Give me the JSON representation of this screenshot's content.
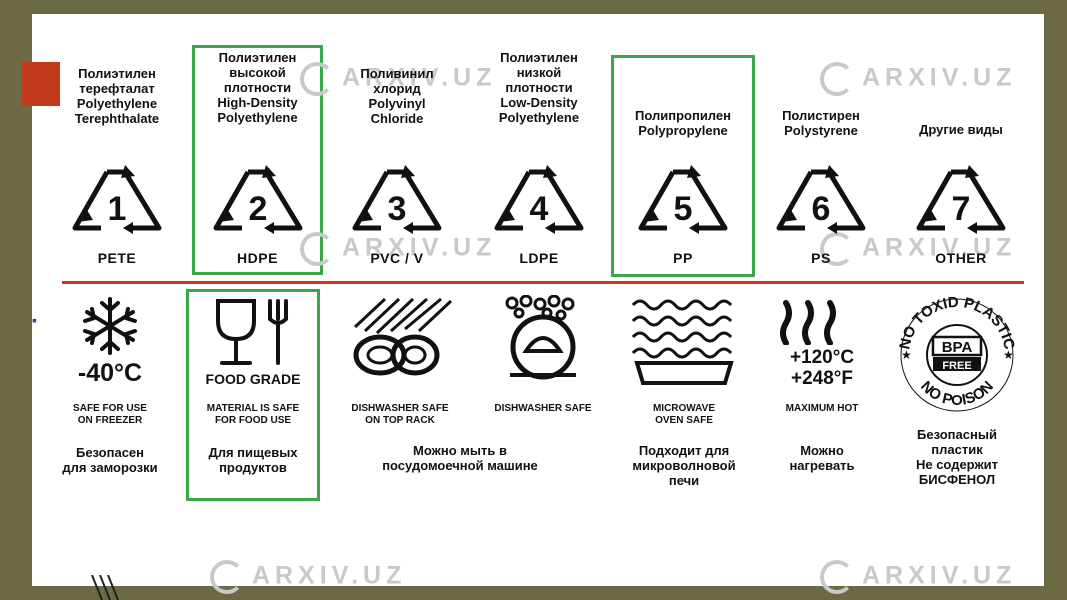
{
  "watermark": "ARXIV.UZ",
  "colors": {
    "accent_red": "#d8321f",
    "highlight_green": "#3aa64a",
    "tab_red": "#c0391b",
    "frame": "#6b6a45"
  },
  "plastics": [
    {
      "name_lines": [
        "Полиэтилен",
        "терефталат",
        "Polyethylene",
        "Terephthalate"
      ],
      "number": "1",
      "code": "PETE"
    },
    {
      "name_lines": [
        "Полиэтилен",
        "высокой",
        "плотности",
        "High-Density",
        "Polyethylene"
      ],
      "number": "2",
      "code": "HDPE"
    },
    {
      "name_lines": [
        "Поливинил",
        "хлорид",
        "Polyvinyl",
        "Chloride"
      ],
      "number": "3",
      "code": "PVC / V"
    },
    {
      "name_lines": [
        "Полиэтилен",
        "низкой",
        "плотности",
        "Low-Density",
        "Polyethylene"
      ],
      "number": "4",
      "code": "LDPE"
    },
    {
      "name_lines": [
        "Полипропилен",
        "Polypropylene"
      ],
      "number": "5",
      "code": "PP"
    },
    {
      "name_lines": [
        "Полистирен",
        "Polystyrene"
      ],
      "number": "6",
      "code": "PS"
    },
    {
      "name_lines": [
        "Другие виды"
      ],
      "number": "7",
      "code": "OTHER"
    }
  ],
  "features": [
    {
      "icon": "snowflake-icon",
      "big": "-40°C",
      "title_lines": [
        "SAFE FOR USE",
        "ON FREEZER"
      ],
      "desc_lines": [
        "Безопасен",
        "для заморозки"
      ]
    },
    {
      "icon": "glass-fork-icon",
      "big": "FOOD GRADE",
      "title_lines": [
        "MATERIAL IS SAFE",
        "FOR FOOD USE"
      ],
      "desc_lines": [
        "Для пищевых",
        "продуктов"
      ]
    },
    {
      "icon": "dishwasher-rack-icon",
      "title_lines": [
        "DISHWASHER SAFE",
        "ON TOP RACK"
      ],
      "desc_lines": [
        "Можно мыть в",
        "посудомоечной машине"
      ]
    },
    {
      "icon": "dishwasher-icon",
      "title_lines": [
        "DISHWASHER SAFE"
      ]
    },
    {
      "icon": "microwave-waves-icon",
      "title_lines": [
        "MICROWAVE",
        "OVEN SAFE"
      ],
      "desc_lines": [
        "Подходит для",
        "микроволновой",
        "печи"
      ]
    },
    {
      "icon": "heat-icon",
      "big_lines": [
        "+120°C",
        "+248°F"
      ],
      "title_lines": [
        "MAXIMUM HOT"
      ],
      "desc_lines": [
        "Можно",
        "нагревать"
      ]
    },
    {
      "icon": "bpa-free-seal-icon",
      "seal_top": "NO TOXID PLASTIC",
      "seal_bottom": "NO POISON",
      "seal_center": [
        "BPA",
        "FREE"
      ],
      "desc_lines": [
        "Безопасный",
        "пластик",
        "Не содержит",
        "БИСФЕНОЛ"
      ]
    }
  ]
}
